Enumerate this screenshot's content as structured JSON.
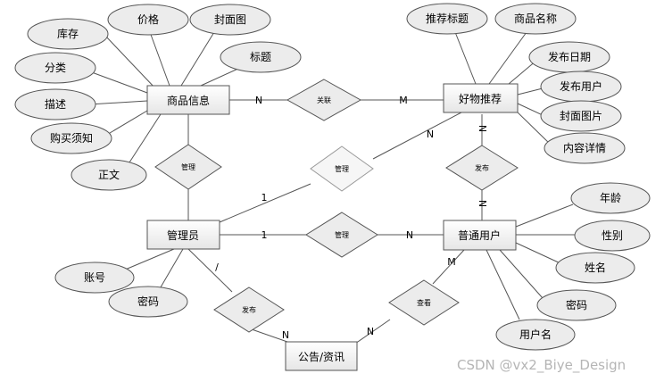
{
  "entities": {
    "product_info": "商品信息",
    "good_recommend": "好物推荐",
    "admin": "管理员",
    "normal_user": "普通用户",
    "announcement": "公告/资讯"
  },
  "attributes": {
    "stock": "库存",
    "price": "价格",
    "cover": "封面图",
    "title": "标题",
    "category": "分类",
    "description": "描述",
    "purchase_notice": "购买须知",
    "body_text": "正文",
    "rec_title": "推荐标题",
    "product_name": "商品名称",
    "publish_date": "发布日期",
    "publish_user": "发布用户",
    "cover_image": "封面图片",
    "content_detail": "内容详情",
    "age": "年龄",
    "gender": "性别",
    "name": "姓名",
    "user_password": "密码",
    "username": "用户名",
    "account": "账号",
    "admin_password": "密码"
  },
  "relationships": {
    "relate": "关联",
    "manage_products": "管理",
    "manage_recommend": "管理",
    "manage_users": "管理",
    "publish_recommend": "发布",
    "publish_announcement": "发布",
    "view_announcement": "查看"
  },
  "cardinalities": {
    "product_relate": "N",
    "recommend_relate": "M",
    "admin_manage_rec": "1",
    "rec_manage": "N",
    "rec_publish": "N",
    "user_publish": "N",
    "admin_manage_user": "1",
    "user_manage": "N",
    "admin_publish": "/",
    "announcement_publish": "N",
    "announcement_view": "N",
    "user_view": "M"
  },
  "watermark": "CSDN @vx2_Biye_Design"
}
